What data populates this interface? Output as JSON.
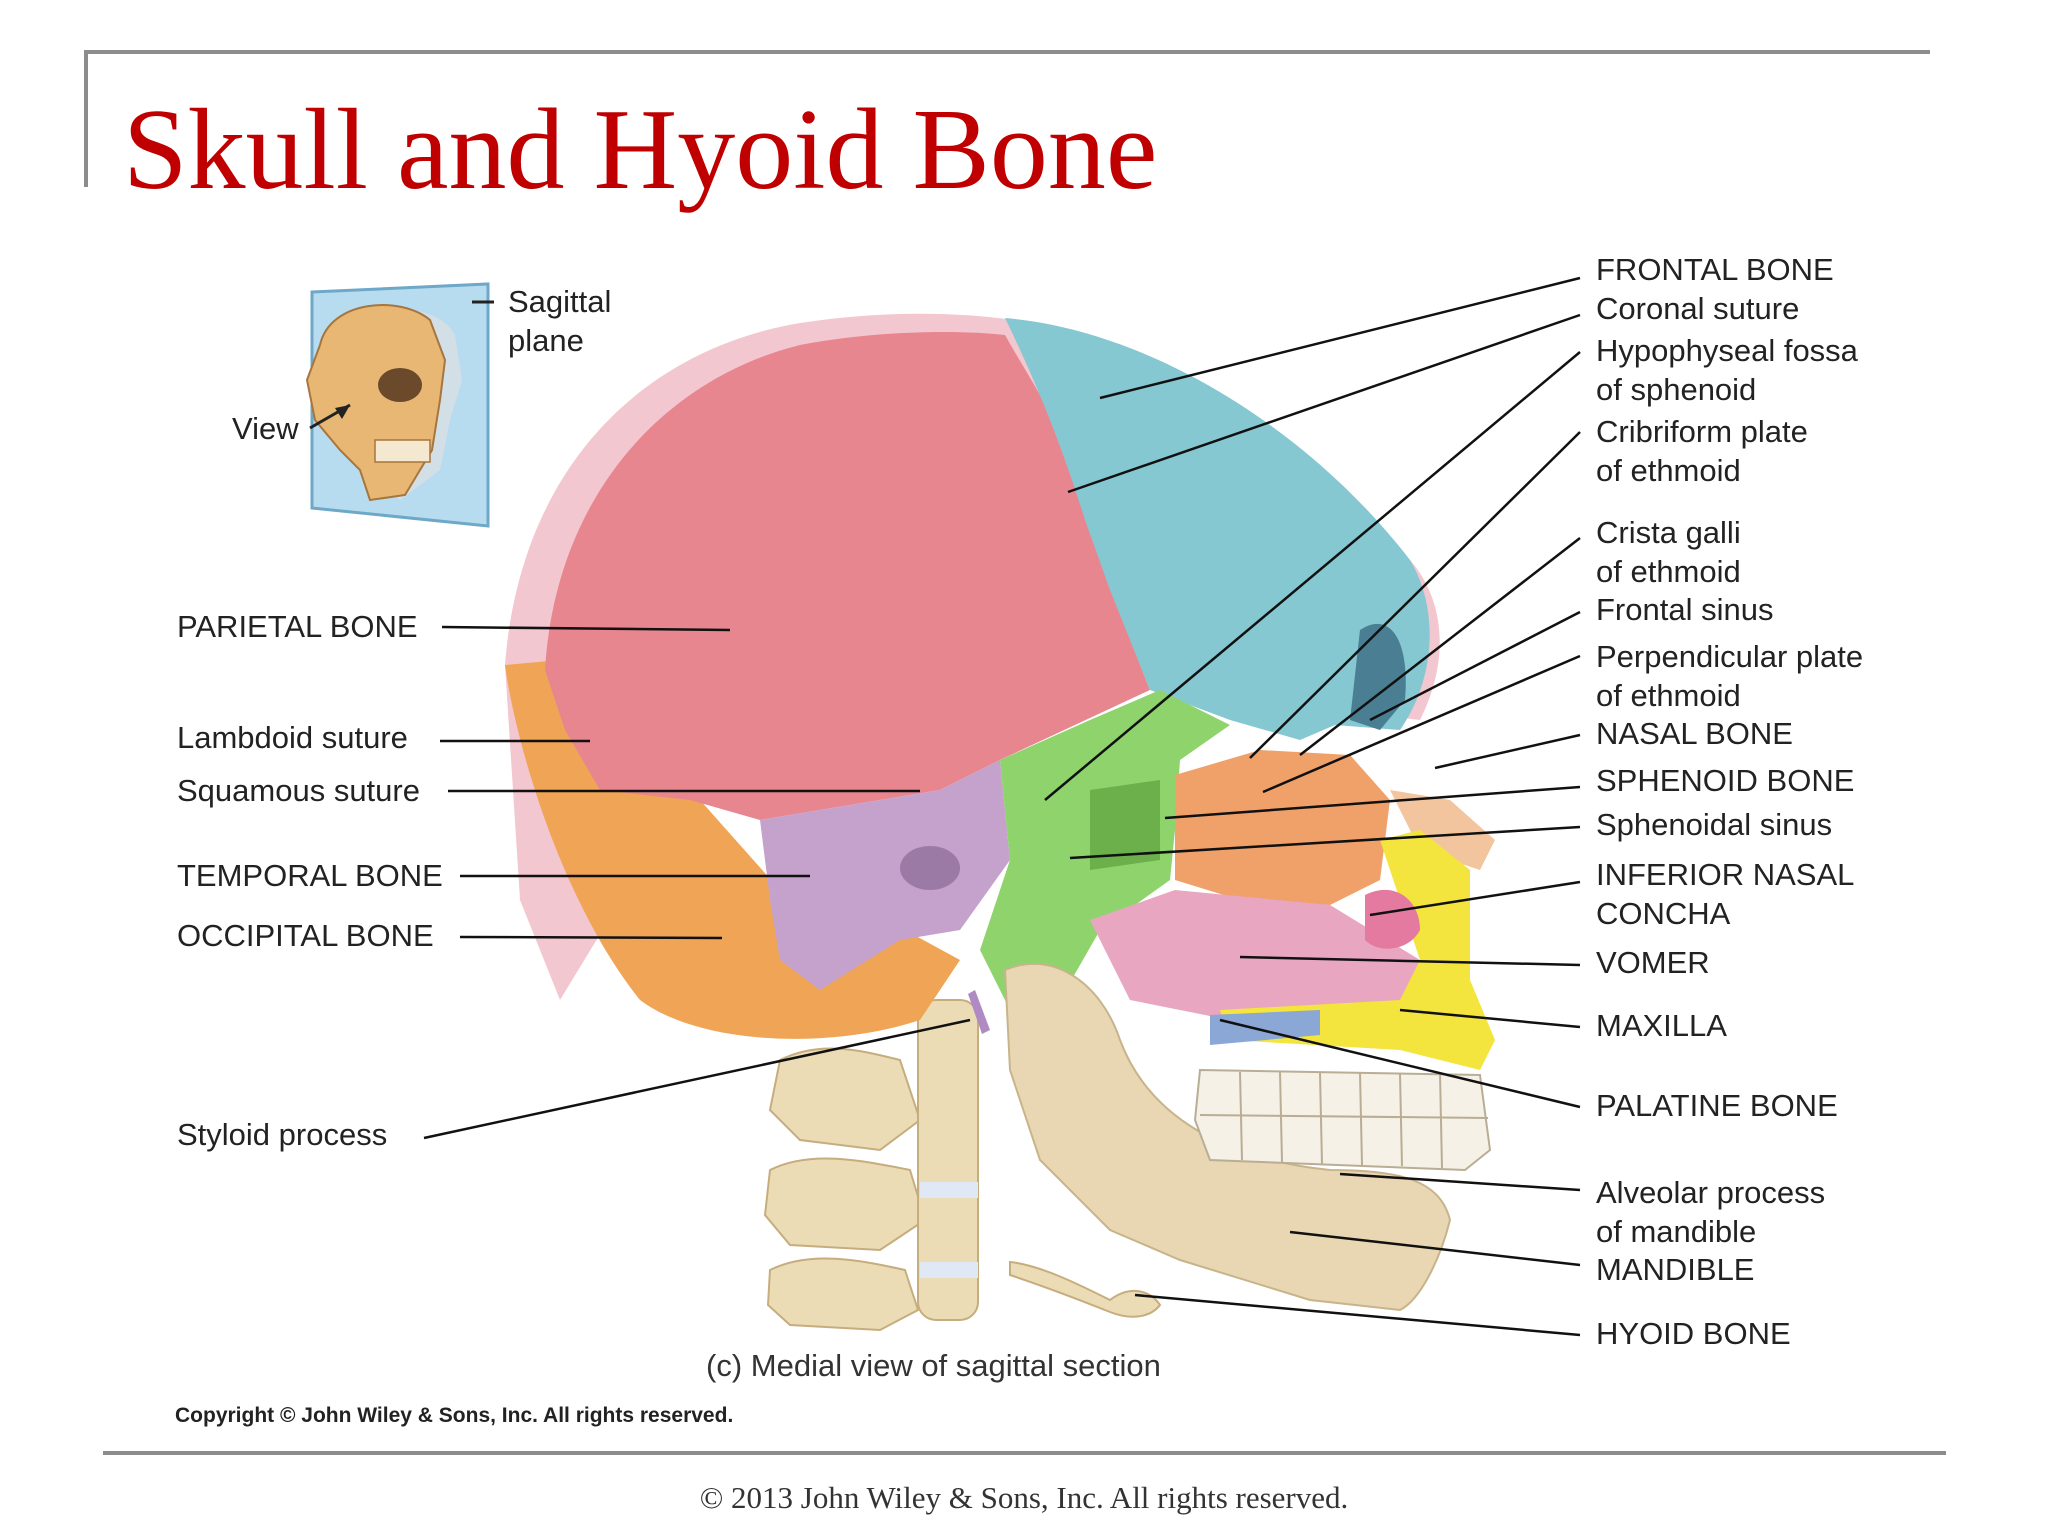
{
  "title": "Skull and Hyoid Bone",
  "inset": {
    "sagittal_plane": [
      "Sagittal",
      "plane"
    ],
    "view": "View"
  },
  "labels_left": [
    "PARIETAL BONE",
    "Lambdoid suture",
    "Squamous suture",
    "TEMPORAL BONE",
    "OCCIPITAL BONE",
    "Styloid process"
  ],
  "labels_right": [
    "FRONTAL BONE",
    "Coronal suture",
    "Hypophyseal fossa",
    "of sphenoid",
    "Cribriform plate",
    "of ethmoid",
    "Crista galli",
    "of ethmoid",
    "Frontal sinus",
    "Perpendicular plate",
    "of ethmoid",
    "NASAL BONE",
    "SPHENOID BONE",
    "Sphenoidal sinus",
    "INFERIOR NASAL",
    "CONCHA",
    "VOMER",
    "MAXILLA",
    "PALATINE BONE",
    "Alveolar process",
    "of mandible",
    "MANDIBLE",
    "HYOID BONE"
  ],
  "caption": "(c) Medial view of sagittal section",
  "copyright_inner": "Copyright © John Wiley & Sons, Inc. All rights reserved.",
  "footer": "© 2013 John Wiley & Sons, Inc. All rights reserved.",
  "colors": {
    "title": "#c00000",
    "parietal": "#e7868f",
    "frontal": "#86c8d2",
    "occipital": "#f0a455",
    "temporal": "#c4a2cc",
    "sphenoid": "#8fd36c",
    "ethmoid": "#f0a169",
    "vomer": "#e8a6c0",
    "maxilla": "#f3e43e",
    "mandible": "#e9d7b3",
    "concha": "#e57aa0",
    "palatine": "#8aa7d6"
  }
}
